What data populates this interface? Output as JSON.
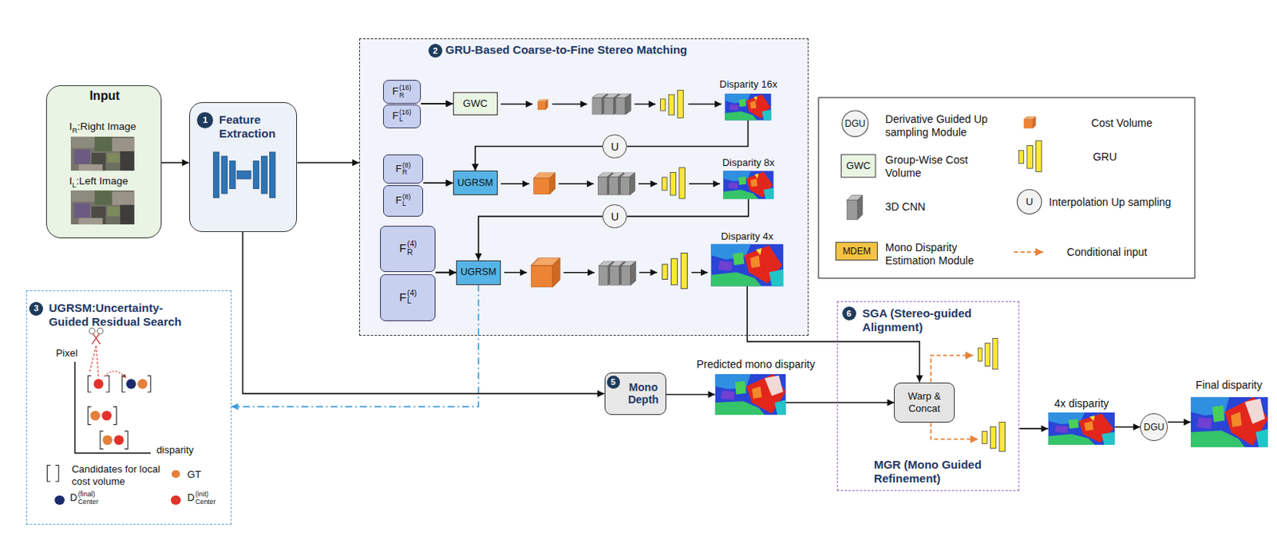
{
  "diagram": {
    "nodes": [
      {
        "text": [
          "Input",
          "IR:Right Image",
          "IL:Left Image"
        ]
      },
      {
        "text": [
          "Feature Extraction"
        ]
      },
      {
        "text": [
          "1"
        ],
        "in": 1
      },
      {
        "text": [
          "GRU-Based Coarse-to-Fine Stereo Matching"
        ]
      },
      {
        "text": [
          "2"
        ],
        "in": 3
      },
      {
        "text": [
          "FR(16)"
        ],
        "in": 3
      },
      {
        "text": [
          "FL(16)"
        ],
        "in": 3
      },
      {
        "text": [
          "GWC"
        ],
        "in": 3
      },
      {
        "text": [
          "Disparity 16x"
        ],
        "in": 3
      },
      {
        "text": [
          "U"
        ],
        "in": 3
      },
      {
        "text": [
          "FR(8)"
        ],
        "in": 3
      },
      {
        "text": [
          "FL(8)"
        ],
        "in": 3
      },
      {
        "text": [
          "UGRSM"
        ],
        "in": 3
      },
      {
        "text": [
          "Disparity 8x"
        ],
        "in": 3
      },
      {
        "text": [
          "U"
        ],
        "in": 3
      },
      {
        "text": [
          "FR(4)"
        ],
        "in": 3
      },
      {
        "text": [
          "FL(4)"
        ],
        "in": 3
      },
      {
        "text": [
          "UGRSM"
        ],
        "in": 3
      },
      {
        "text": [
          "Disparity 4x"
        ],
        "in": 3
      },
      {
        "text": [
          "UGRSM:Uncertainty- Guided Residual Search"
        ]
      },
      {
        "text": [
          "3"
        ],
        "in": 19
      },
      {
        "text": [
          "Mono Depth"
        ]
      },
      {
        "text": [
          "5"
        ],
        "in": 21
      },
      {
        "text": [
          "Predicted mono disparity"
        ]
      },
      {
        "text": [
          "SGA (Stereo-guided Alignment)",
          "MGR (Mono Guided Refinement)"
        ]
      },
      {
        "text": [
          "6"
        ],
        "in": 24
      },
      {
        "text": [
          "Warp & Concat"
        ],
        "in": 24
      },
      {
        "text": [
          "4x disparity"
        ]
      },
      {
        "text": [
          "DGU"
        ]
      },
      {
        "text": [
          "Final disparity"
        ]
      }
    ],
    "edges": [
      {
        "from": 0,
        "to": 1,
        "arrow": "to"
      },
      {
        "from": 1,
        "to": 3,
        "arrow": "to"
      },
      {
        "from": 5,
        "to": 7,
        "arrow": "to"
      },
      {
        "from": 6,
        "to": 7,
        "arrow": "to"
      },
      {
        "from": 8,
        "to": 9,
        "arrow": "none"
      },
      {
        "from": 9,
        "to": 12,
        "arrow": "to"
      },
      {
        "from": 10,
        "to": 12,
        "arrow": "to"
      },
      {
        "from": 11,
        "to": 12,
        "arrow": "to"
      },
      {
        "from": 13,
        "to": 14,
        "arrow": "none"
      },
      {
        "from": 14,
        "to": 17,
        "arrow": "to"
      },
      {
        "from": 15,
        "to": 17,
        "arrow": "to"
      },
      {
        "from": 16,
        "to": 17,
        "arrow": "to"
      },
      {
        "from": 18,
        "to": 26,
        "arrow": "to"
      },
      {
        "from": 17,
        "to": 19,
        "arrow": "to"
      },
      {
        "from": 1,
        "to": 21,
        "arrow": "to"
      },
      {
        "from": 21,
        "to": 23,
        "arrow": "to"
      },
      {
        "from": 23,
        "to": 26,
        "arrow": "to"
      },
      {
        "from": 24,
        "to": 27,
        "arrow": "to"
      },
      {
        "from": 27,
        "to": 28,
        "arrow": "to"
      },
      {
        "from": 28,
        "to": 29,
        "arrow": "to"
      }
    ],
    "labels": [
      "Pixel",
      "disparity",
      "DGU",
      "GWC",
      "U",
      "MDEM"
    ],
    "legend": [
      {
        "text": "Derivative Guided Up sampling Module"
      },
      {
        "text": "Cost Volume"
      },
      {
        "text": "Group-Wise Cost Volume"
      },
      {
        "text": "GRU"
      },
      {
        "text": "3D CNN"
      },
      {
        "text": "Interpolation Up sampling"
      },
      {
        "text": "Mono Disparity Estimation Module",
        "color": "#f6c343"
      },
      {
        "text": "Conditional input"
      },
      {
        "text": "Candidates for local cost volume"
      },
      {
        "text": "GT",
        "color": "#e57f3c"
      },
      {
        "text": "DCenter(final)",
        "color": "#1c2b6b"
      },
      {
        "text": "DCenter(init)",
        "color": "#e3322b"
      }
    ]
  }
}
